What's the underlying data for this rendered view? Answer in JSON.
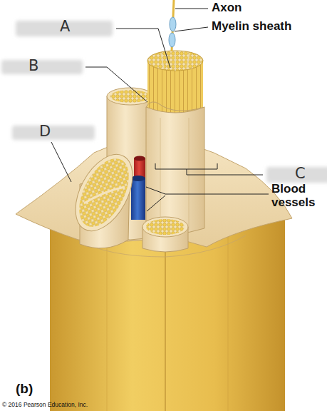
{
  "diagram": {
    "labels": [
      "Axon",
      "Myelin sheath",
      "A",
      "B",
      "D",
      "C",
      "Blood vessels",
      "(b)",
      "© 2016 Pearson Education, Inc."
    ]
  }
}
